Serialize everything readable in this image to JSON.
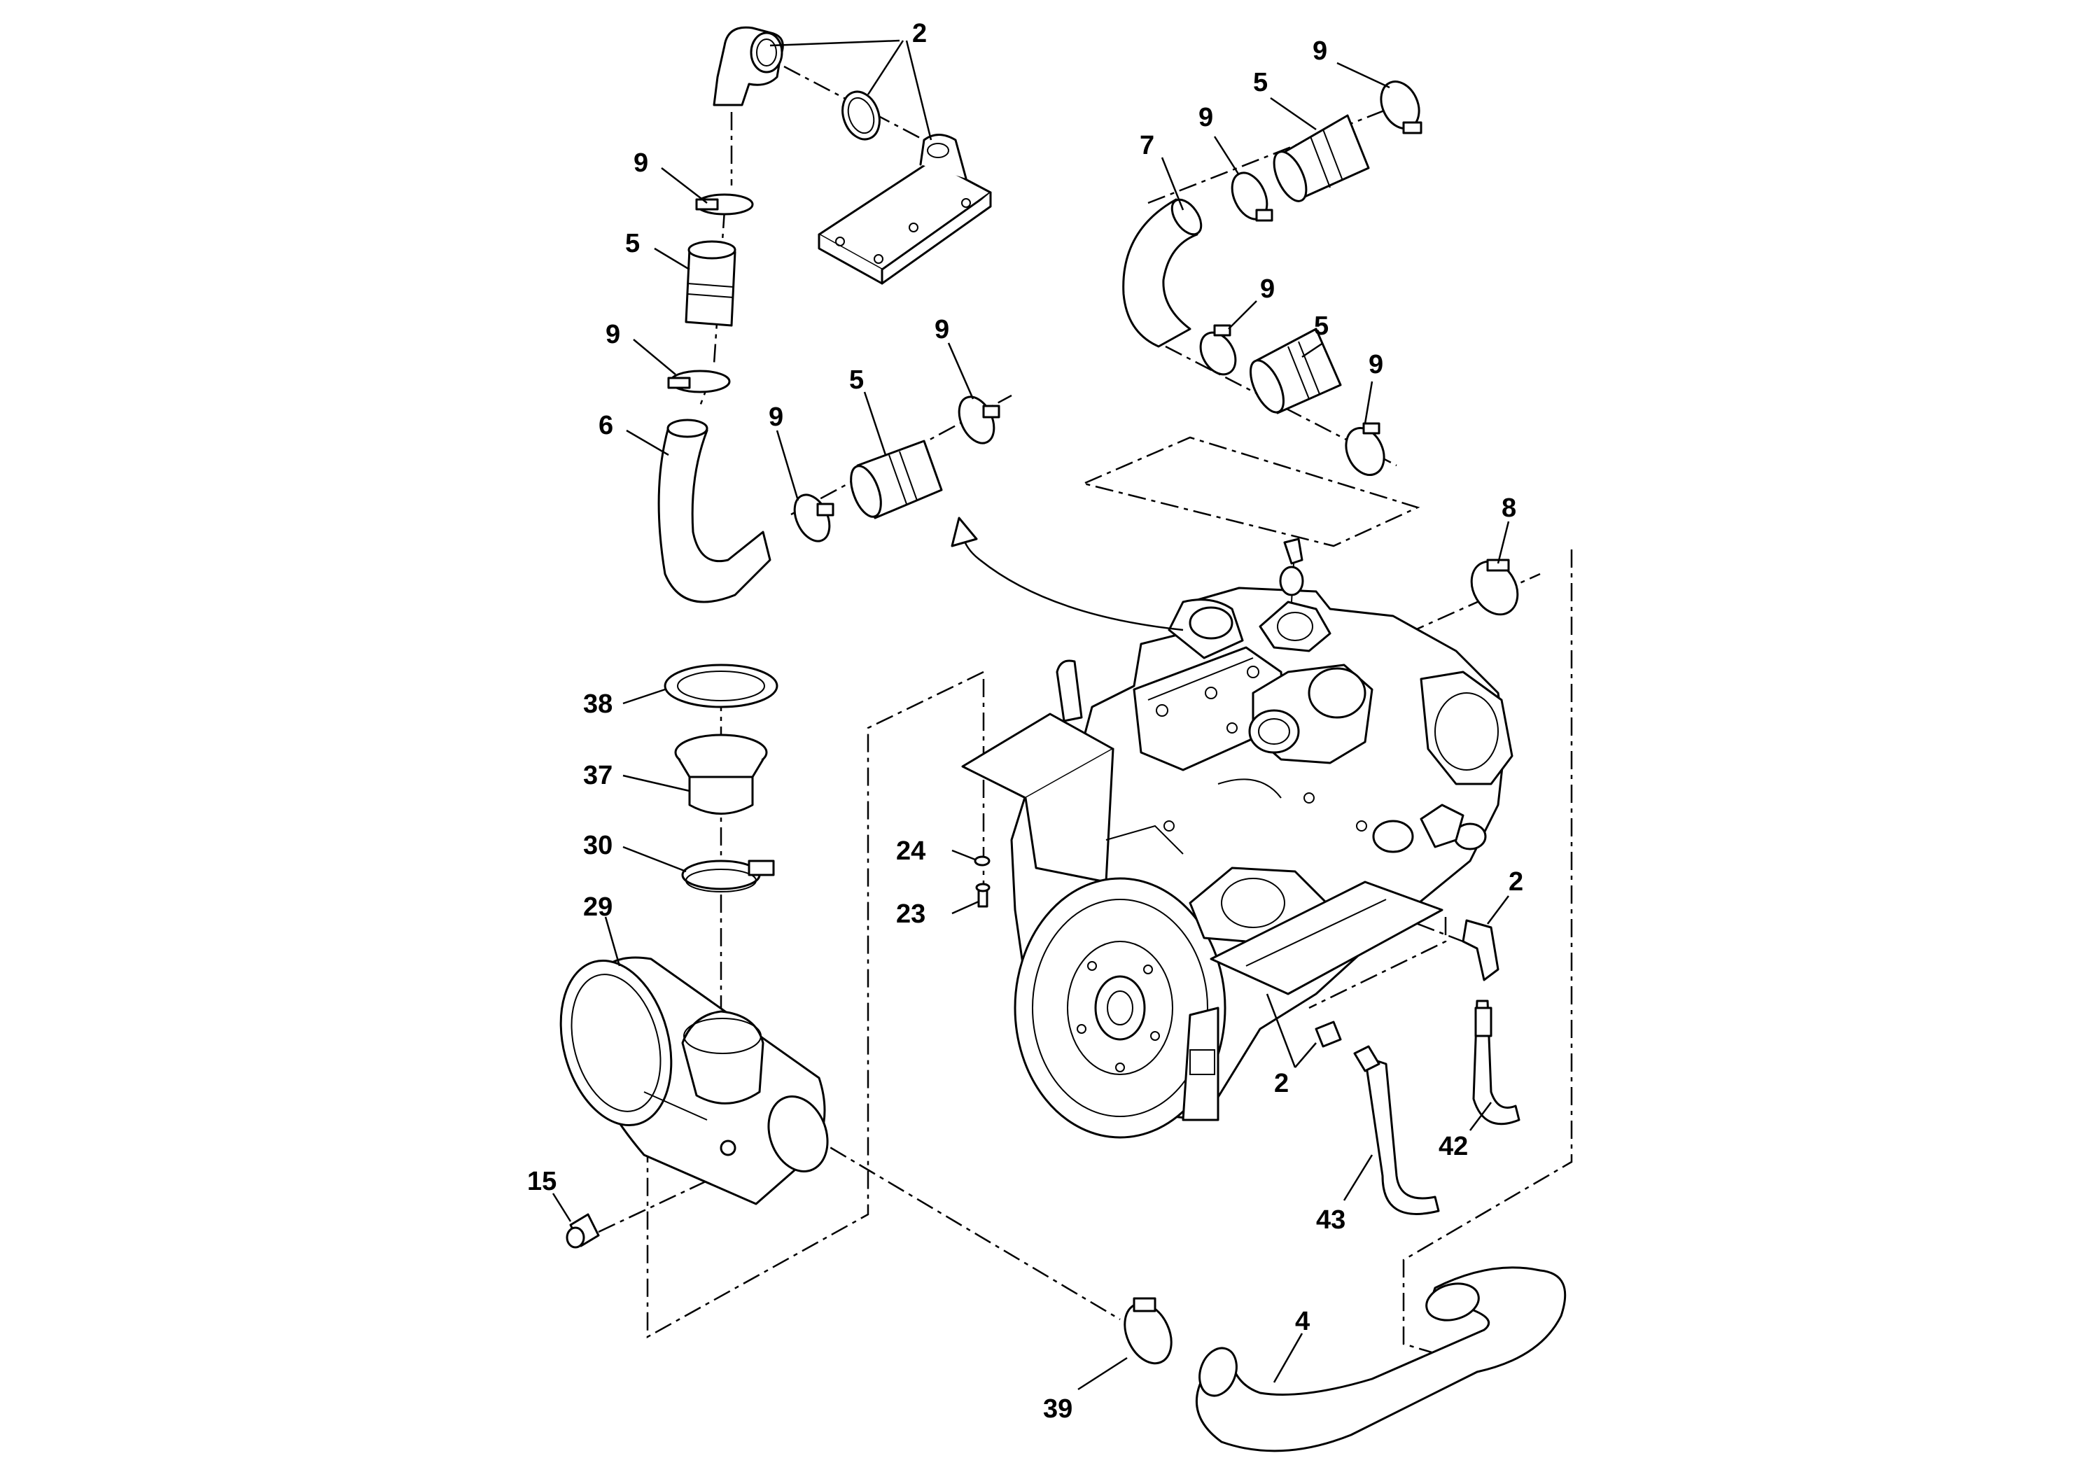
{
  "callouts": {
    "c2_top": "2",
    "c9_a": "9",
    "c5_a": "5",
    "c9_b": "9",
    "c6": "6",
    "c9_c": "9",
    "c5_b": "5",
    "c9_d": "9",
    "c9_e": "9",
    "c5_c": "5",
    "c7": "7",
    "c9_f": "9",
    "c9_g": "9",
    "c5_d": "5",
    "c9_h": "9",
    "c8": "8",
    "c38": "38",
    "c37": "37",
    "c30": "30",
    "c29": "29",
    "c24": "24",
    "c23": "23",
    "c2_right": "2",
    "c2_lower": "2",
    "c42": "42",
    "c43": "43",
    "c15": "15",
    "c4": "4",
    "c39": "39"
  }
}
